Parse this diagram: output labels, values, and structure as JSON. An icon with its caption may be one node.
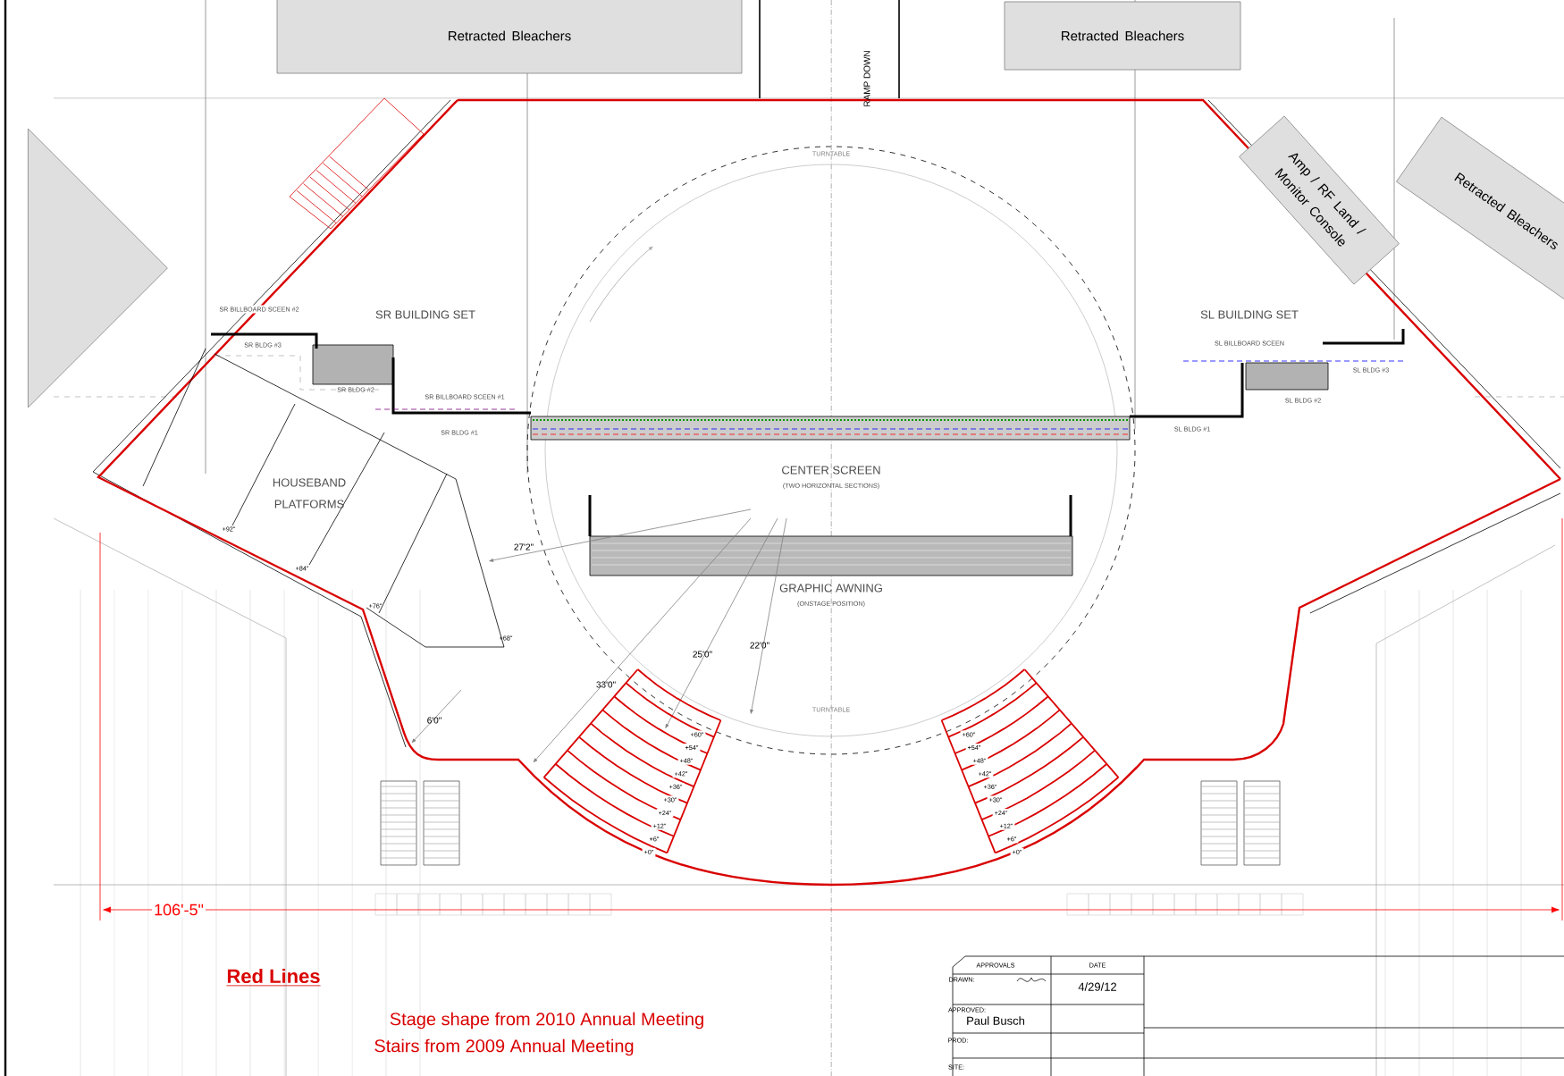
{
  "diagram": {
    "nodes": [
      {
        "text": [
          "Retracted Bleachers"
        ]
      },
      {
        "text": [
          "Retracted Bleachers"
        ]
      },
      {
        "text": [
          "Retracted Bleachers"
        ]
      },
      {
        "text": [
          "Amp / RF Land / Monitor Console"
        ]
      },
      {
        "text": [],
        "shape": "triangle"
      }
    ],
    "labels": [
      "RAMP DOWN",
      "TURNTABLE",
      "SR BILLBOARD SCEEN #2",
      "SR BUILDING SET",
      "SL BUILDING SET",
      "SR BLDG #3",
      "SL BILLBOARD SCEEN",
      "SR BLDG #2",
      "SR BILLBOARD SCEEN #1",
      "SL BLDG #3",
      "SL BLDG #2",
      "SR BLDG #1",
      "SL BLDG #1",
      "CENTER SCREEN",
      "(TWO HORIZONTAL SECTIONS)",
      "HOUSEBAND PLATFORMS",
      "27'2\"",
      "+92\"",
      "GRAPHIC AWNING",
      "(ONSTAGE POSITION)",
      "+84\"",
      "+76\"",
      "22'0\"",
      "+68\"",
      "25'0\"",
      "33'0\"",
      "TURNTABLE",
      "6'0\"",
      "+60\"",
      "+54\"",
      "+48\"",
      "+42\"",
      "+36\"",
      "+30\"",
      "+24\"",
      "+12\"",
      "+6\"",
      "+0\"",
      "+60\"",
      "+54\"",
      "+48\"",
      "+42\"",
      "+36\"",
      "+30\"",
      "+24\"",
      "+12\"",
      "+6\"",
      "+0\"",
      "106'-5\"",
      "Red Lines",
      "Stage shape from 2010 Annual Meeting",
      "Stairs from 2009 Annual Meeting",
      "APPROVALS",
      "DATE",
      "DRAWN:",
      "4/29/12",
      "APPROVED:",
      "Paul Busch",
      "PROD:",
      "SITE:"
    ]
  }
}
